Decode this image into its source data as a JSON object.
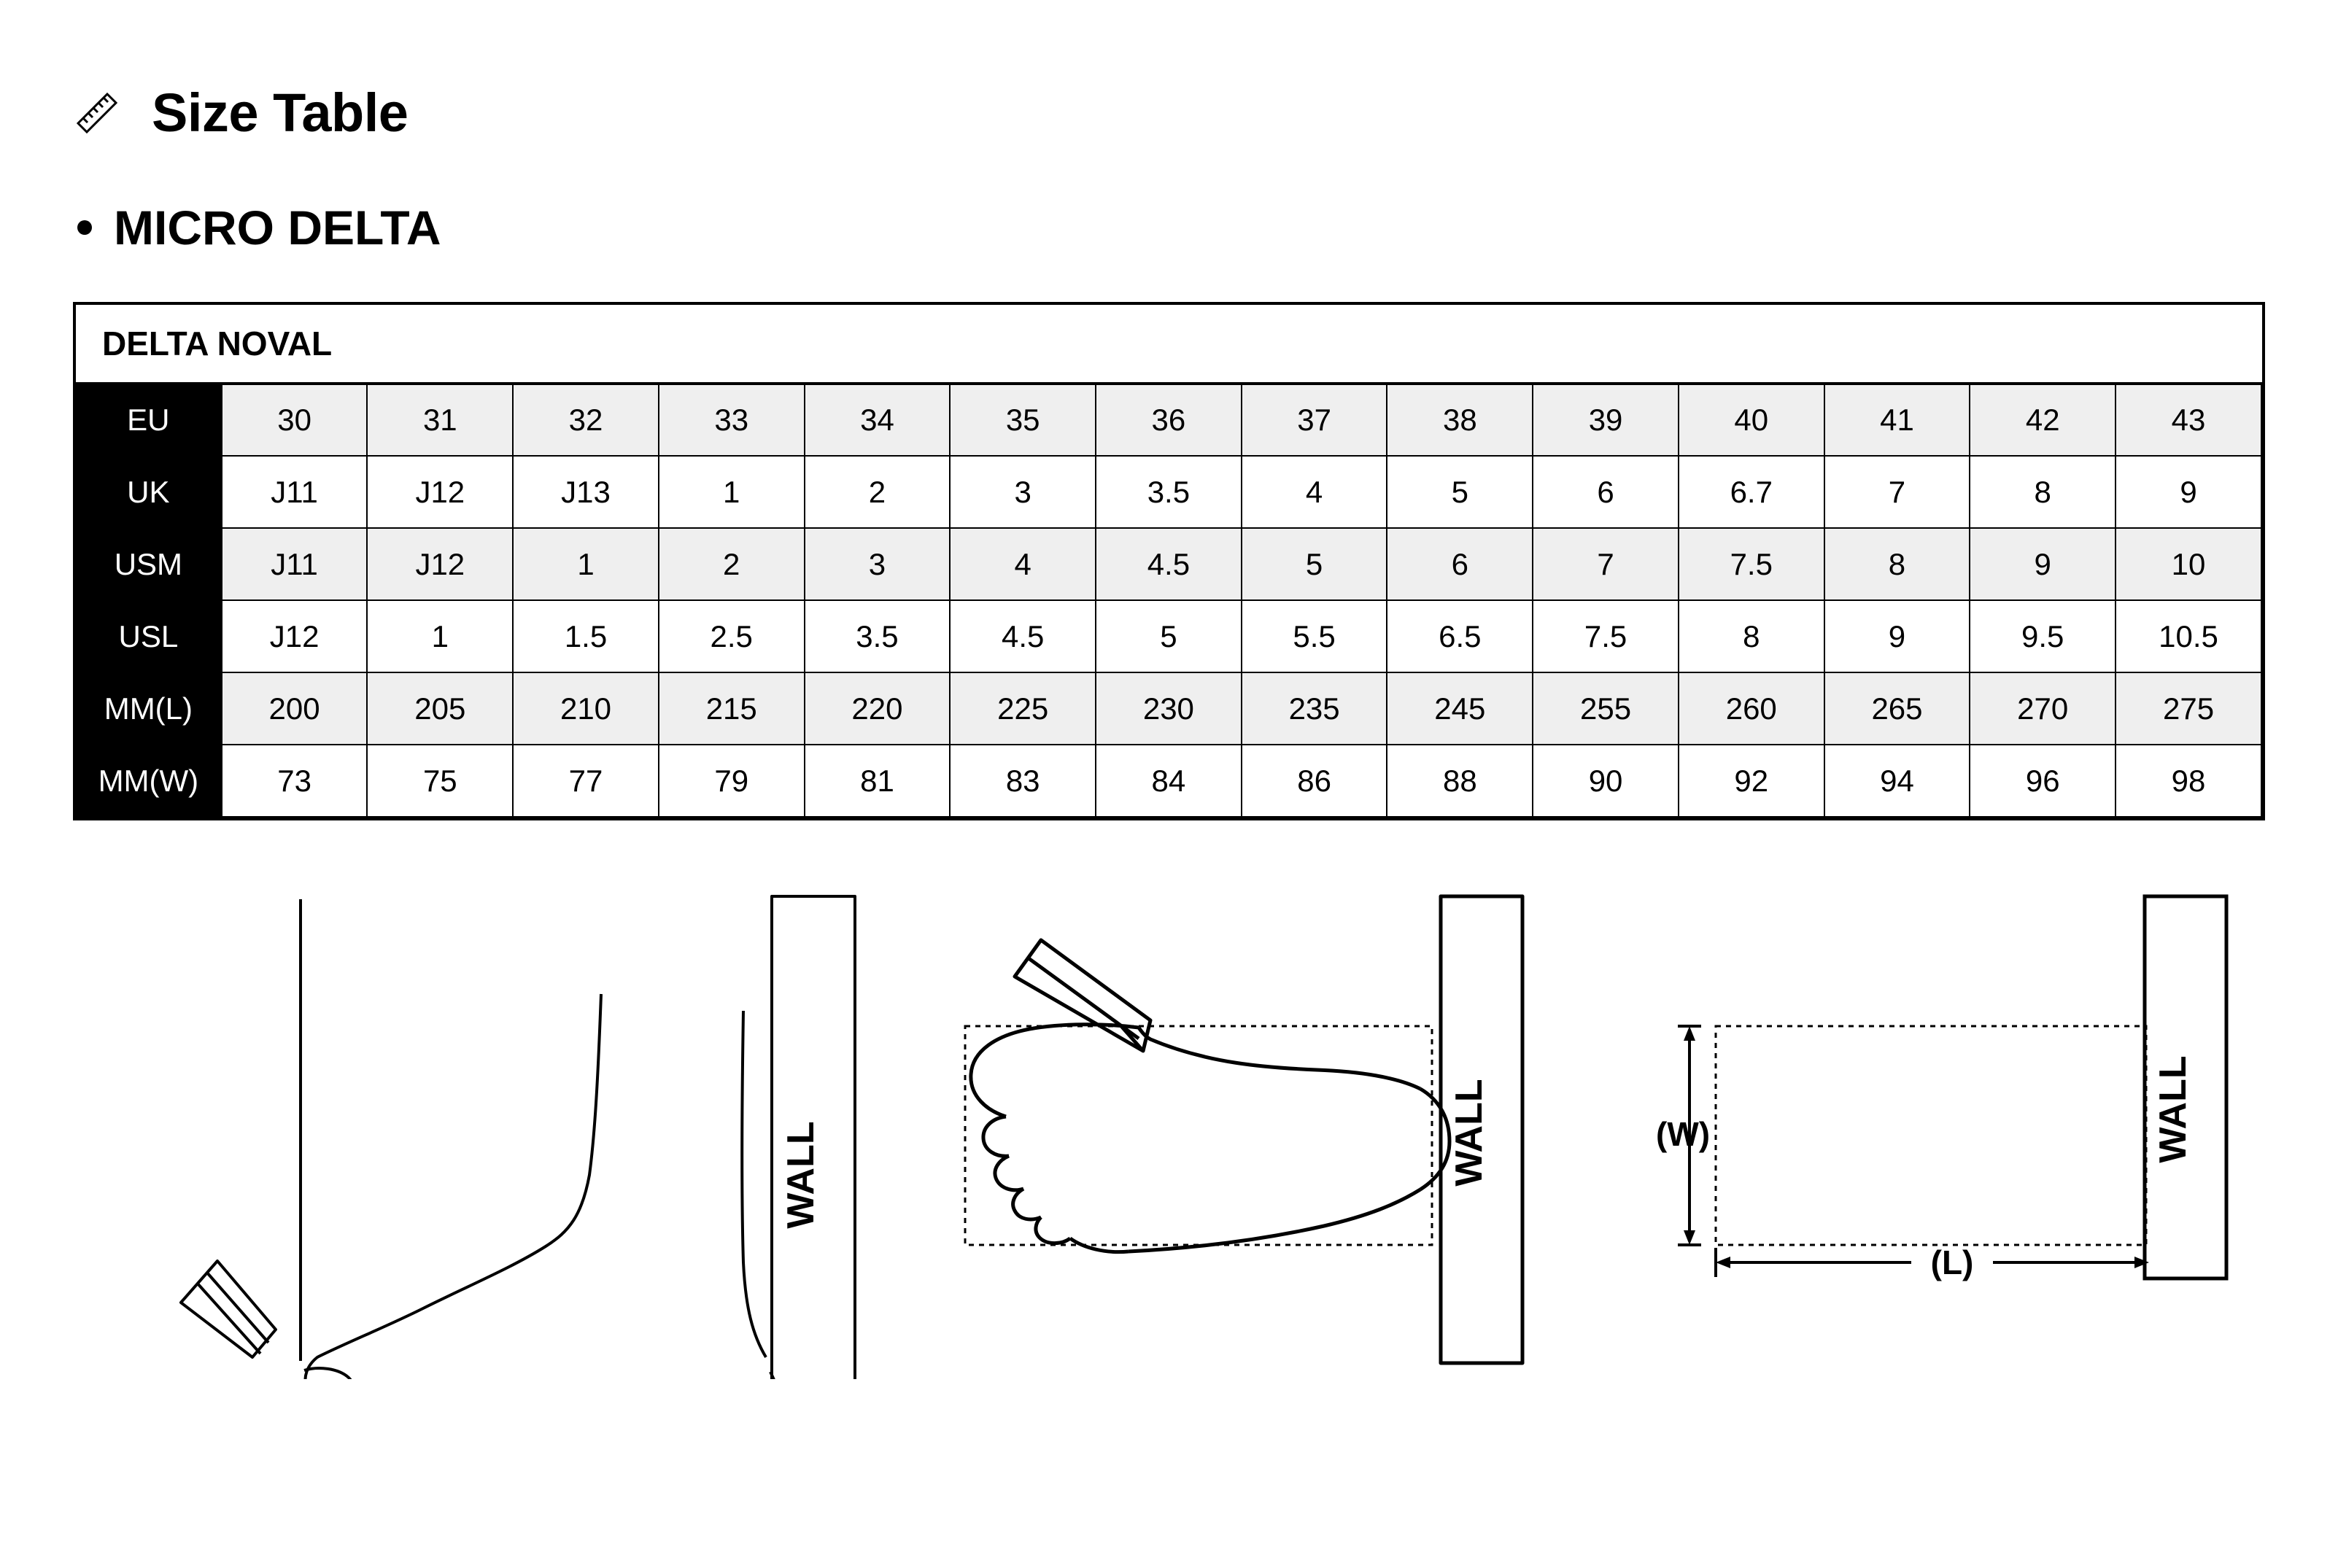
{
  "header": {
    "icon": "ruler-icon",
    "title": "Size Table"
  },
  "subtitle": {
    "bullet": "•",
    "text": "MICRO DELTA"
  },
  "table": {
    "caption": "DELTA NOVAL",
    "rows": [
      {
        "label": "EU",
        "shaded": true,
        "values": [
          "30",
          "31",
          "32",
          "33",
          "34",
          "35",
          "36",
          "37",
          "38",
          "39",
          "40",
          "41",
          "42",
          "43"
        ]
      },
      {
        "label": "UK",
        "shaded": false,
        "values": [
          "J11",
          "J12",
          "J13",
          "1",
          "2",
          "3",
          "3.5",
          "4",
          "5",
          "6",
          "6.7",
          "7",
          "8",
          "9"
        ]
      },
      {
        "label": "USM",
        "shaded": true,
        "values": [
          "J11",
          "J12",
          "1",
          "2",
          "3",
          "4",
          "4.5",
          "5",
          "6",
          "7",
          "7.5",
          "8",
          "9",
          "10"
        ]
      },
      {
        "label": "USL",
        "shaded": false,
        "values": [
          "J12",
          "1",
          "1.5",
          "2.5",
          "3.5",
          "4.5",
          "5",
          "5.5",
          "6.5",
          "7.5",
          "8",
          "9",
          "9.5",
          "10.5"
        ]
      },
      {
        "label": "MM(L)",
        "shaded": true,
        "values": [
          "200",
          "205",
          "210",
          "215",
          "220",
          "225",
          "230",
          "235",
          "245",
          "255",
          "260",
          "265",
          "270",
          "275"
        ]
      },
      {
        "label": "MM(W)",
        "shaded": false,
        "values": [
          "73",
          "75",
          "77",
          "79",
          "81",
          "83",
          "84",
          "86",
          "88",
          "90",
          "92",
          "94",
          "96",
          "98"
        ]
      }
    ]
  },
  "diagrams": [
    {
      "name": "foot-side-view",
      "wall_label": "WALL",
      "elements": [
        "ruler",
        "foot-side-profile",
        "floor-slab",
        "toe-reference-line",
        "wall-bar"
      ]
    },
    {
      "name": "foot-top-view",
      "wall_label": "WALL",
      "elements": [
        "pencil",
        "footprint-outline",
        "dotted-bounding-box",
        "wall-bar"
      ]
    },
    {
      "name": "measurement-box",
      "wall_label": "WALL",
      "width_label": "(W)",
      "length_label": "(L)",
      "elements": [
        "dotted-rectangle",
        "width-dimension-arrow",
        "length-dimension-arrow",
        "wall-bar"
      ]
    }
  ],
  "colors": {
    "ink": "#000000",
    "page_background": "#ffffff",
    "shaded_cell": "#efefef",
    "label_cell": "#000000",
    "label_text": "#ffffff"
  }
}
